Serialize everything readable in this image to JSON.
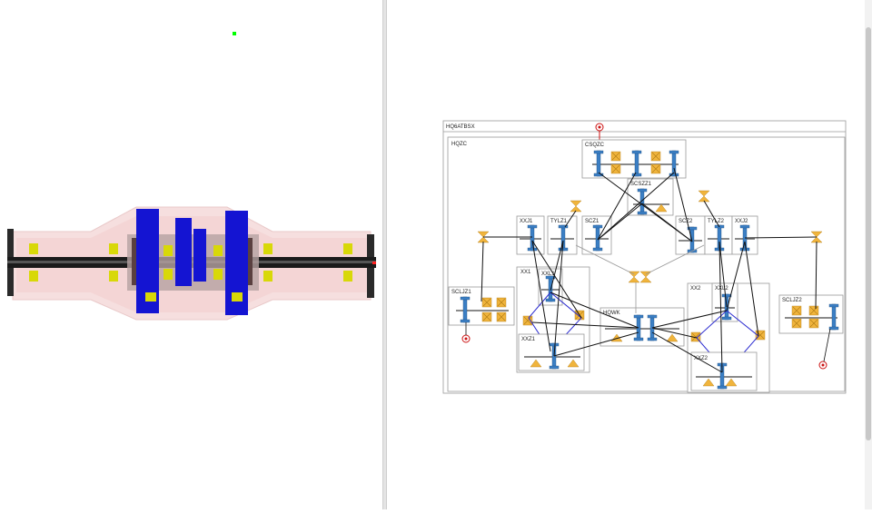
{
  "viewer3d": {
    "marker_color": "#00ff00",
    "parts": {
      "shaft_color": "#1a1a1a",
      "gear_color": "#1414d2",
      "bearing_color": "#d8d808",
      "housing_color": "#f6d9d9"
    }
  },
  "schematic": {
    "root_label": "HQ6ATBSX",
    "subsystem_label": "HQZC",
    "components": {
      "csqzc": "CSQZC",
      "scszz1": "SCSZZ1",
      "xxj1": "XXJ1",
      "tylz1": "TYLZ1",
      "scz1": "SCZ1",
      "scz2": "SCZ2",
      "tylz2": "TYLZ2",
      "xxj2": "XXJ2",
      "xx1": "XX1",
      "xxl1": "XXL1",
      "xxz1": "XXZ1",
      "hqwk": "HQWK",
      "xx2": "XX2",
      "xxl2": "XXL2",
      "xxz2": "XXZ2",
      "scljz1": "SCLJZ1",
      "scljz2": "SCLJZ2"
    },
    "colors": {
      "gear": "#3b7fc4",
      "bearing": "#f0b43c",
      "port": "#cc1111",
      "link": "#111111",
      "planet_link": "#2a2ad0"
    }
  }
}
